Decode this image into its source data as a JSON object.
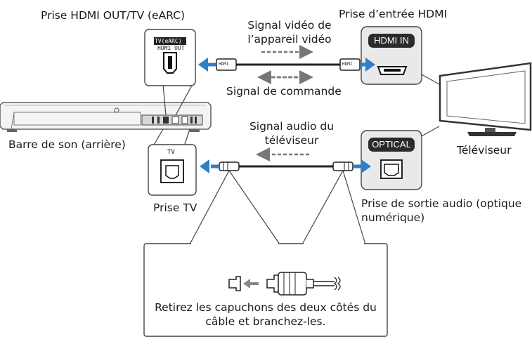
{
  "labels": {
    "hdmi_out_port": "Prise HDMI OUT/TV (eARC)",
    "hdmi_in_port": "Prise d’entrée HDMI",
    "video_signal": "Signal vidéo de l’appareil vidéo",
    "control_signal": "Signal de commande",
    "soundbar": "Barre de son (arrière)",
    "tv_audio_signal": "Signal audio du téléviseur",
    "tv": "Téléviseur",
    "tv_port": "Prise TV",
    "audio_out_port": "Prise de sortie audio (optique numérique)",
    "caps_instruction": "Retirez les capuchons des deux côtés du câble et branchez-les."
  },
  "port_labels": {
    "tv_earc_badge": "TV(eARC)",
    "hdmi_out": "HDMI OUT",
    "tv": "TV",
    "hdmi_in": "HDMI IN",
    "optical": "OPTICAL",
    "plug_hdmi_left": "HDMI",
    "plug_hdmi_right": "HDMI"
  },
  "colors": {
    "arrow_blue": "#2f7fc7",
    "frame": "#444444",
    "panel": "#e9e9e9",
    "dark_tag": "#2a2a2a"
  }
}
